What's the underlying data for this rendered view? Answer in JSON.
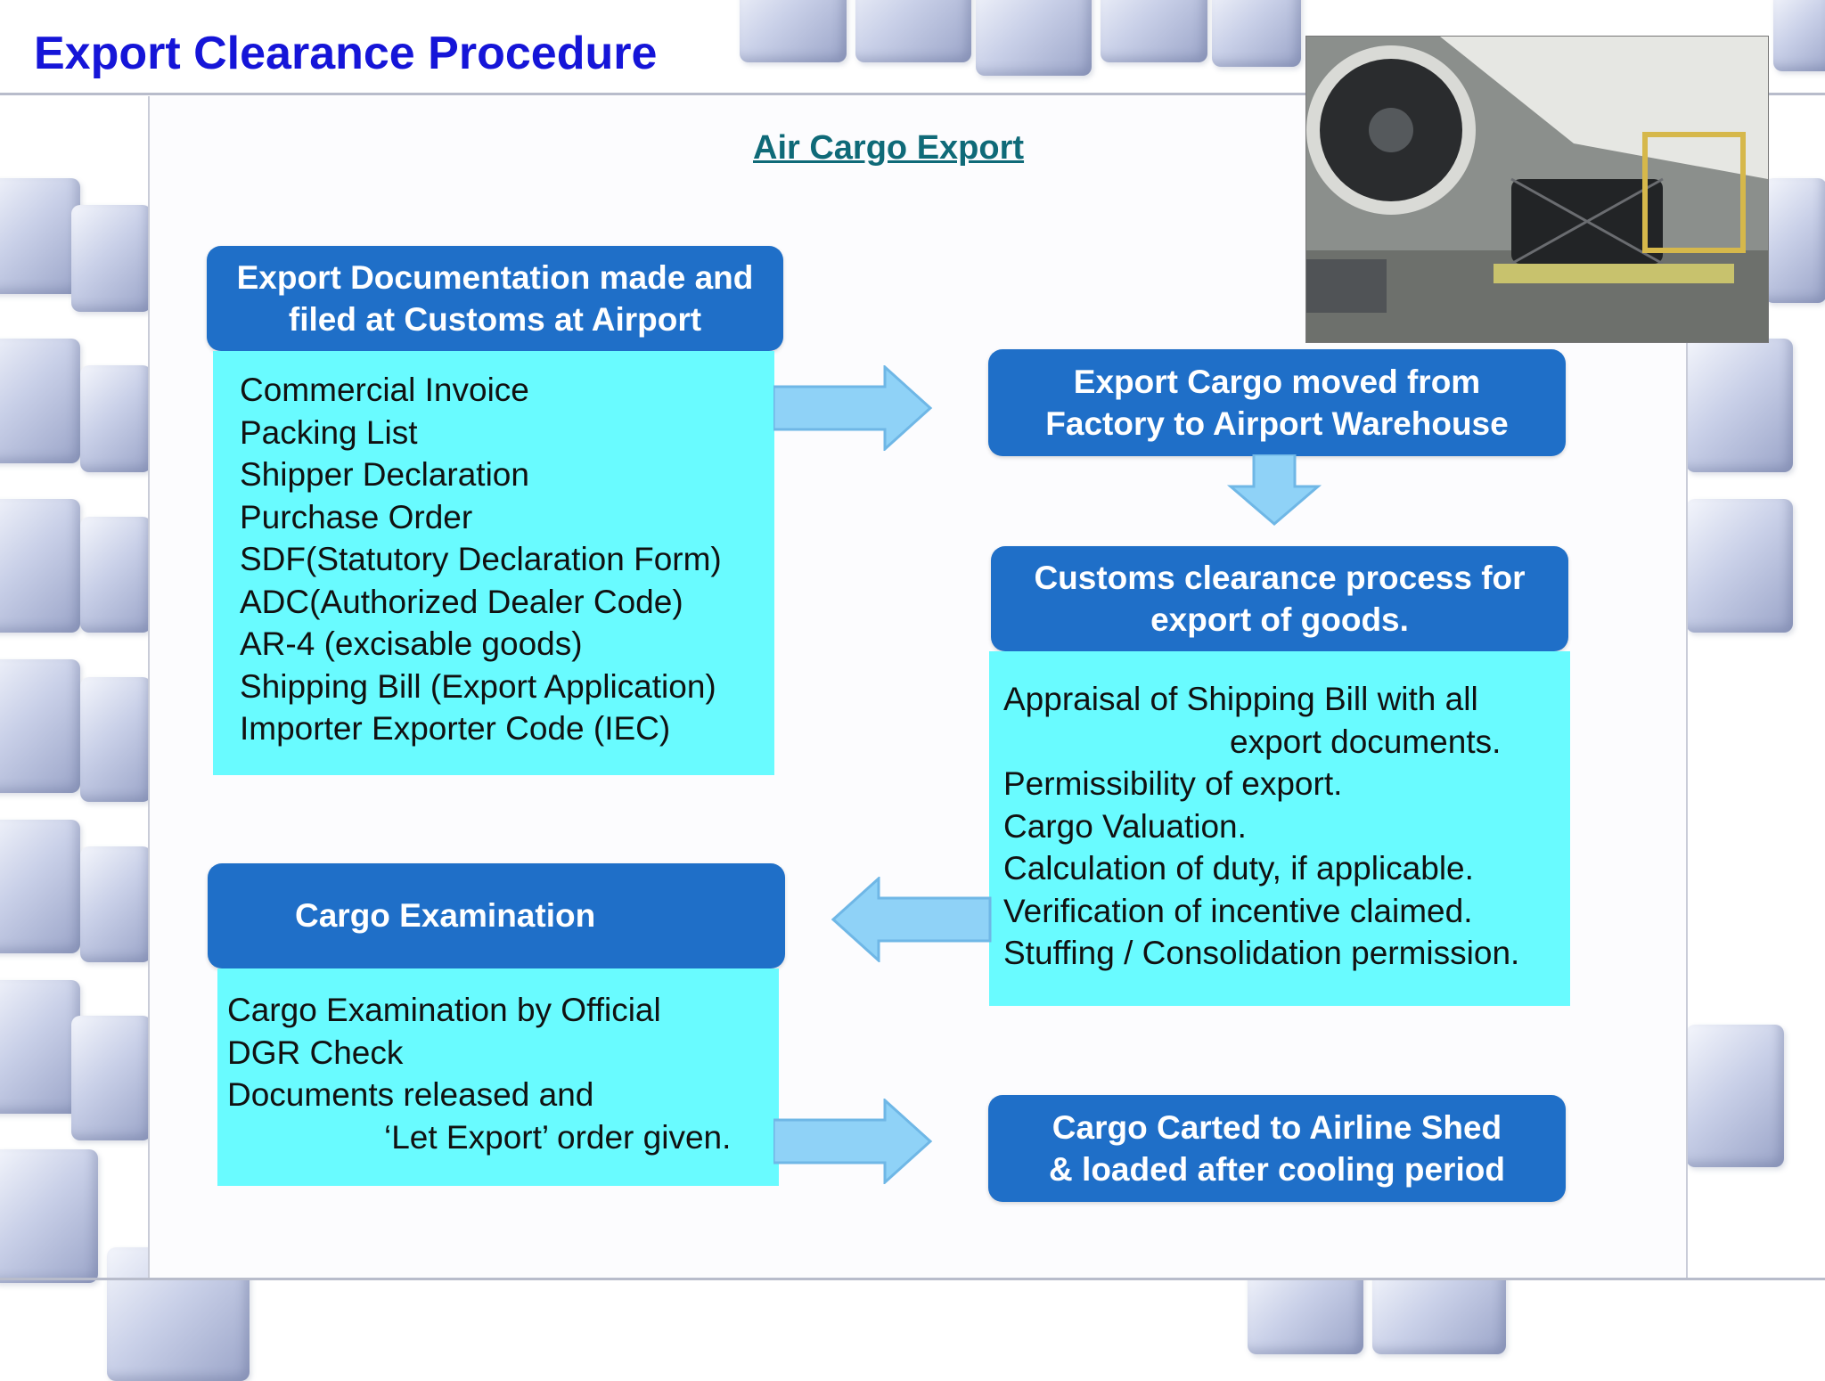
{
  "title": "Export Clearance Procedure",
  "subtitle": "Air Cargo Export",
  "photo": {
    "icon": "aircraft-cargo-loading-photo"
  },
  "colors": {
    "header_fill": "#1f6fc8",
    "note_fill": "#69fbff",
    "arrow_fill": "#8fd2f7",
    "title": "#1515d8"
  },
  "steps": {
    "documentation": {
      "header": "Export Documentation made and\nfiled at Customs at Airport",
      "items": [
        "Commercial Invoice",
        "Packing List",
        "Shipper Declaration",
        "Purchase Order",
        "SDF(Statutory Declaration Form)",
        "ADC(Authorized Dealer Code)",
        "AR-4 (excisable goods)",
        "Shipping Bill (Export Application)",
        "Importer Exporter Code (IEC)"
      ]
    },
    "move_cargo": {
      "header": "Export Cargo moved from\nFactory to Airport Warehouse"
    },
    "customs": {
      "header": "Customs clearance process for\nexport of goods.",
      "items": [
        "Appraisal of Shipping Bill with all",
        "export documents.",
        "Permissibility of export.",
        "Cargo Valuation.",
        "Calculation of duty, if applicable.",
        "Verification of incentive claimed.",
        "Stuffing / Consolidation permission."
      ]
    },
    "examination": {
      "header": "Cargo Examination",
      "items": [
        "Cargo Examination by Official",
        "DGR Check",
        "Documents released and",
        "‘Let Export’ order given."
      ]
    },
    "carted": {
      "header": "Cargo Carted to Airline Shed\n& loaded after cooling period"
    }
  }
}
